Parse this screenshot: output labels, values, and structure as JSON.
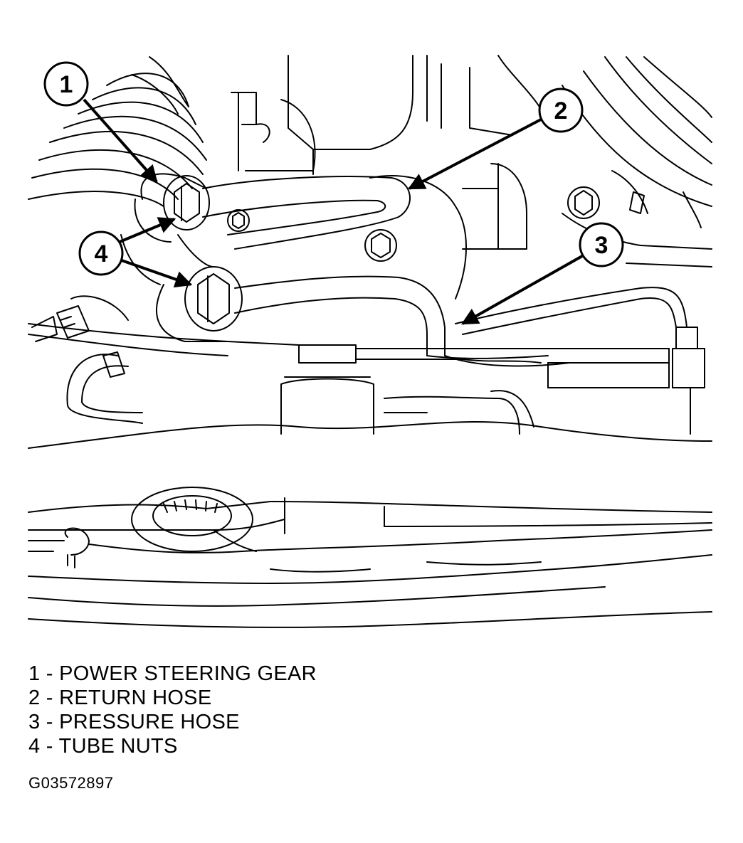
{
  "callouts": [
    {
      "number": "1"
    },
    {
      "number": "2"
    },
    {
      "number": "3"
    },
    {
      "number": "4"
    }
  ],
  "legend": [
    {
      "text": "1 - POWER STEERING GEAR"
    },
    {
      "text": "2 - RETURN HOSE"
    },
    {
      "text": "3 - PRESSURE HOSE"
    },
    {
      "text": "4 - TUBE NUTS"
    }
  ],
  "figure_id": "G03572897",
  "colors": {
    "line": "#000000",
    "background": "#ffffff"
  }
}
